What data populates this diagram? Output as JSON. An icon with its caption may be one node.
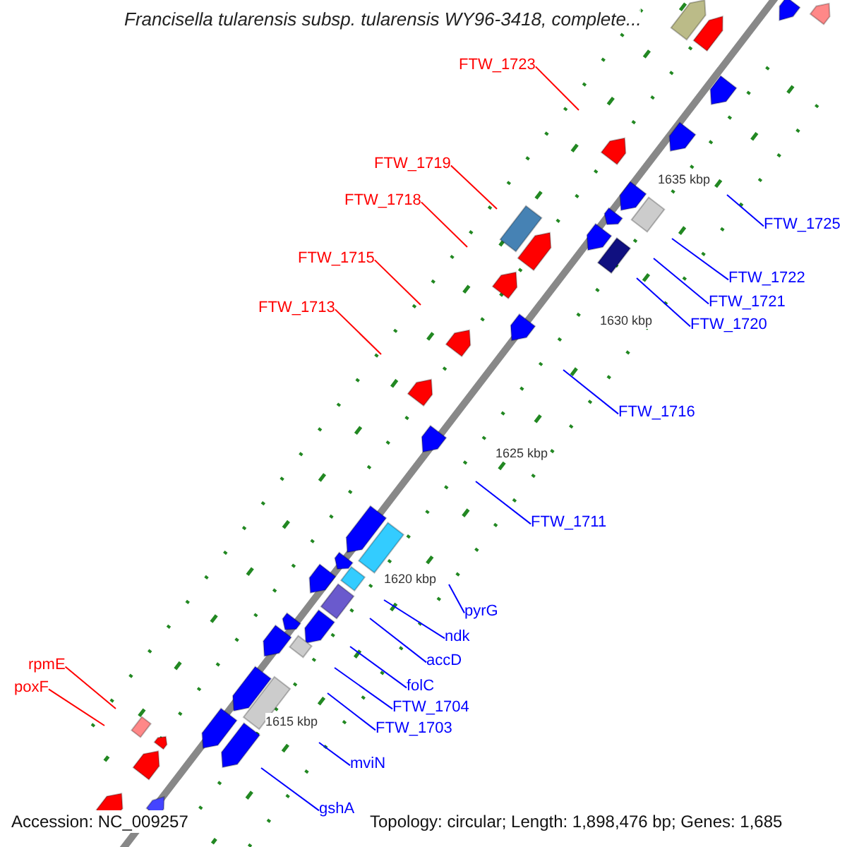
{
  "diagram": {
    "title": "Francisella tularensis subsp. tularensis WY96-3418, complete...",
    "nodes": [
      {
        "text": [
          "FTW_1723"
        ]
      },
      {
        "text": [
          "FTW_1719"
        ]
      },
      {
        "text": [
          "FTW_1718"
        ]
      },
      {
        "text": [
          "FTW_1715"
        ]
      },
      {
        "text": [
          "FTW_1713"
        ]
      },
      {
        "text": [
          "FTW_1725"
        ]
      },
      {
        "text": [
          "FTW_1722"
        ]
      },
      {
        "text": [
          "FTW_1721"
        ]
      },
      {
        "text": [
          "FTW_1720"
        ]
      },
      {
        "text": [
          "FTW_1716"
        ]
      },
      {
        "text": [
          "FTW_1711"
        ]
      },
      {
        "text": [
          "pyrG"
        ]
      },
      {
        "text": [
          "ndk"
        ]
      },
      {
        "text": [
          "accD"
        ]
      },
      {
        "text": [
          "folC"
        ]
      },
      {
        "text": [
          "FTW_1704"
        ]
      },
      {
        "text": [
          "FTW_1703"
        ]
      },
      {
        "text": [
          "mviN"
        ]
      },
      {
        "text": [
          "gshA"
        ]
      },
      {
        "text": [
          "rpmE"
        ]
      },
      {
        "text": [
          "poxF"
        ]
      }
    ],
    "edges": [
      {
        "from": 0,
        "to": null,
        "arrow": "none",
        "color": "#ff0000"
      },
      {
        "from": 1,
        "to": null,
        "arrow": "none",
        "color": "#ff0000"
      },
      {
        "from": 2,
        "to": null,
        "arrow": "none",
        "color": "#ff0000"
      },
      {
        "from": 3,
        "to": null,
        "arrow": "none",
        "color": "#ff0000"
      },
      {
        "from": 4,
        "to": null,
        "arrow": "none",
        "color": "#ff0000"
      },
      {
        "from": 5,
        "to": null,
        "arrow": "none"
      },
      {
        "from": 6,
        "to": null,
        "arrow": "none"
      },
      {
        "from": 7,
        "to": null,
        "arrow": "none"
      },
      {
        "from": 8,
        "to": null,
        "arrow": "none"
      },
      {
        "from": 9,
        "to": null,
        "arrow": "none"
      },
      {
        "from": 10,
        "to": null,
        "arrow": "none"
      },
      {
        "from": 11,
        "to": null,
        "arrow": "none"
      },
      {
        "from": 12,
        "to": null,
        "arrow": "none"
      },
      {
        "from": 13,
        "to": null,
        "arrow": "none"
      },
      {
        "from": 14,
        "to": null,
        "arrow": "none"
      },
      {
        "from": 15,
        "to": null,
        "arrow": "none"
      },
      {
        "from": 16,
        "to": null,
        "arrow": "none"
      },
      {
        "from": 17,
        "to": null,
        "arrow": "none"
      },
      {
        "from": 18,
        "to": null,
        "arrow": "none"
      },
      {
        "from": 19,
        "to": null,
        "arrow": "none",
        "color": "#ff0000"
      },
      {
        "from": 20,
        "to": null,
        "arrow": "none",
        "color": "#ff0000"
      }
    ],
    "labels": [
      "1635 kbp",
      "1630 kbp",
      "1625 kbp",
      "1620 kbp",
      "1615 kbp",
      "Accession: NC_009257",
      "Topology: circular; Length: 1,898,476 bp; Genes: 1,685"
    ]
  }
}
